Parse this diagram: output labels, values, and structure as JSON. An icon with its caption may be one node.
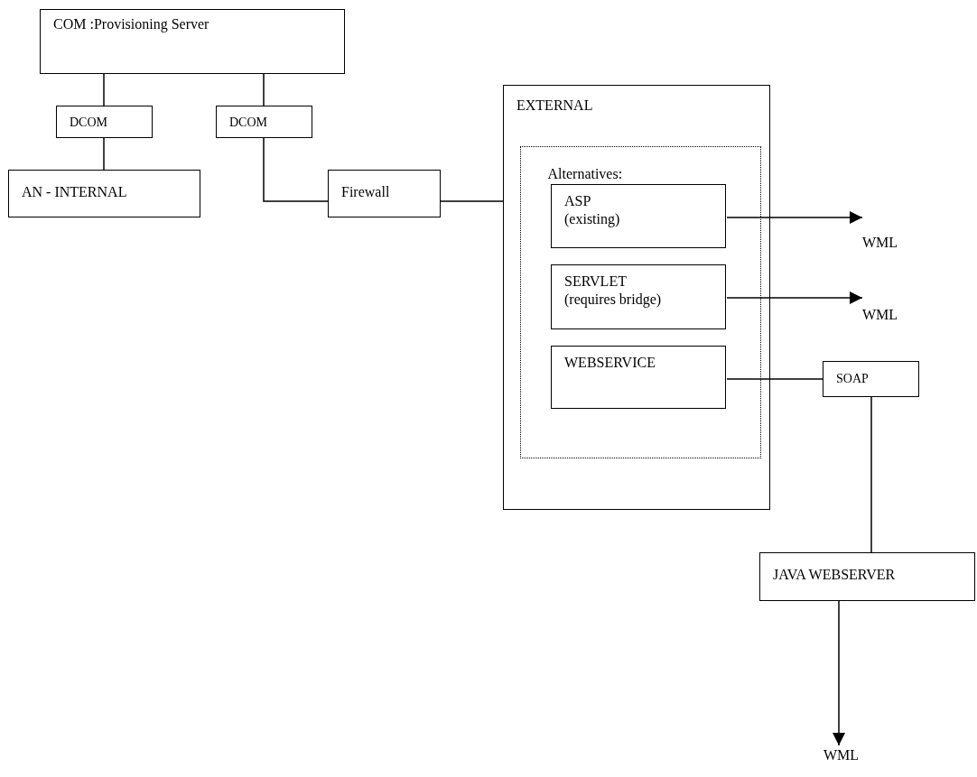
{
  "diagram": {
    "nodes": [
      {
        "text": [
          "COM :Provisioning Server"
        ]
      },
      {
        "text": [
          "DCOM"
        ]
      },
      {
        "text": [
          "DCOM"
        ]
      },
      {
        "text": [
          "AN - INTERNAL"
        ]
      },
      {
        "text": [
          "Firewall"
        ]
      },
      {
        "text": [
          "EXTERNAL"
        ]
      },
      {
        "text": [
          "Alternatives:"
        ],
        "in": 5
      },
      {
        "text": [
          "ASP",
          "(existing)"
        ],
        "in": 6
      },
      {
        "text": [
          "SERVLET",
          "(requires bridge)"
        ],
        "in": 6
      },
      {
        "text": [
          "WEBSERVICE"
        ],
        "in": 6
      },
      {
        "text": [
          "WML"
        ]
      },
      {
        "text": [
          "WML"
        ]
      },
      {
        "text": [
          "SOAP"
        ]
      },
      {
        "text": [
          "JAVA WEBSERVER"
        ]
      },
      {
        "text": [
          "WML"
        ]
      }
    ],
    "edges": [
      {
        "from": 0,
        "to": 1,
        "arrow": "none"
      },
      {
        "from": 1,
        "to": 3,
        "arrow": "none"
      },
      {
        "from": 0,
        "to": 2,
        "arrow": "none"
      },
      {
        "from": 2,
        "to": 4,
        "arrow": "none"
      },
      {
        "from": 4,
        "to": 5,
        "arrow": "none"
      },
      {
        "from": 7,
        "to": 10,
        "arrow": "to"
      },
      {
        "from": 8,
        "to": 11,
        "arrow": "to"
      },
      {
        "from": 9,
        "to": 12,
        "arrow": "none"
      },
      {
        "from": 12,
        "to": 13,
        "arrow": "none"
      },
      {
        "from": 13,
        "to": 14,
        "arrow": "to"
      }
    ]
  }
}
